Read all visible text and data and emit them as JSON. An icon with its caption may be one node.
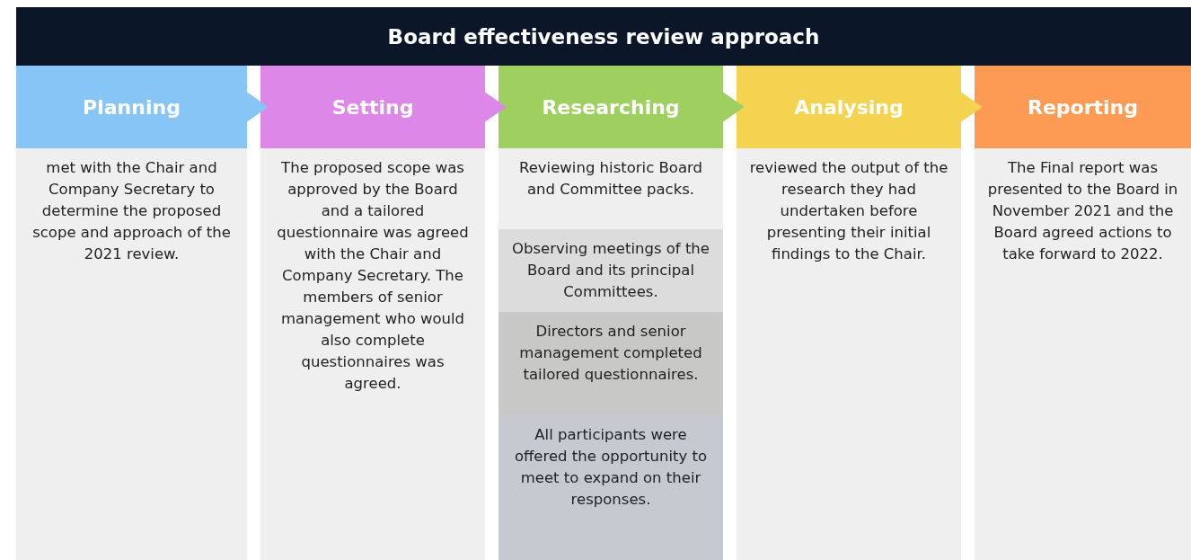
{
  "diagram": {
    "title": "Board effectiveness review approach",
    "nodes": [
      {
        "text": [
          "Planning"
        ]
      },
      {
        "text": [
          "Setting"
        ]
      },
      {
        "text": [
          "Researching"
        ]
      },
      {
        "text": [
          "Analysing"
        ]
      },
      {
        "text": [
          "Reporting"
        ]
      },
      {
        "text": [
          "met with the Chair and Company Secretary to determine the proposed scope and approach of the 2021 review."
        ]
      },
      {
        "text": [
          "The proposed scope was approved by the Board and a tailored questionnaire was agreed with the Chair and Company Secretary. The members of senior management who would also complete questionnaires was agreed."
        ]
      },
      {
        "text": [
          "Reviewing historic Board and Committee packs."
        ]
      },
      {
        "text": [
          "Observing meetings of the Board and its principal Committees."
        ]
      },
      {
        "text": [
          "Directors and senior management completed tailored questionnaires."
        ]
      },
      {
        "text": [
          "All participants were offered the opportunity to meet to expand on their responses."
        ]
      },
      {
        "text": [
          "reviewed the output of the research they had undertaken before presenting their initial findings to the Chair."
        ]
      },
      {
        "text": [
          "The Final report was presented to the Board in November 2021 and the Board agreed actions to take forward to 2022."
        ]
      }
    ],
    "edges": [
      {
        "from": 0,
        "to": 1,
        "arrow": "to"
      },
      {
        "from": 1,
        "to": 2,
        "arrow": "to"
      },
      {
        "from": 2,
        "to": 3,
        "arrow": "to"
      },
      {
        "from": 3,
        "to": 4,
        "arrow": "to"
      }
    ]
  }
}
